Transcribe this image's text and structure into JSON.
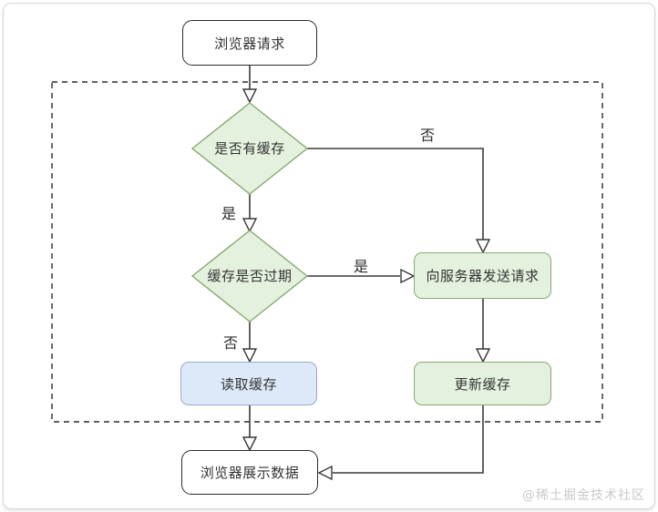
{
  "diagram": {
    "nodes": {
      "browser_request": "浏览器请求",
      "has_cache": "是否有缓存",
      "cache_expired": "缓存是否过期",
      "send_request": "向服务器发送请求",
      "read_cache": "读取缓存",
      "update_cache": "更新缓存",
      "browser_display": "浏览器展示数据"
    },
    "edge_labels": {
      "has_cache_no": "否",
      "has_cache_yes": "是",
      "expired_yes": "是",
      "expired_no": "否"
    },
    "colors": {
      "green_fill": "#e4f1de",
      "green_stroke": "#87a96f",
      "blue_fill": "#dde9f8",
      "blue_stroke": "#97abcc",
      "line": "#3a3a3a",
      "watermark": "#c9c9c9"
    }
  },
  "watermark": "@稀土掘金技术社区"
}
